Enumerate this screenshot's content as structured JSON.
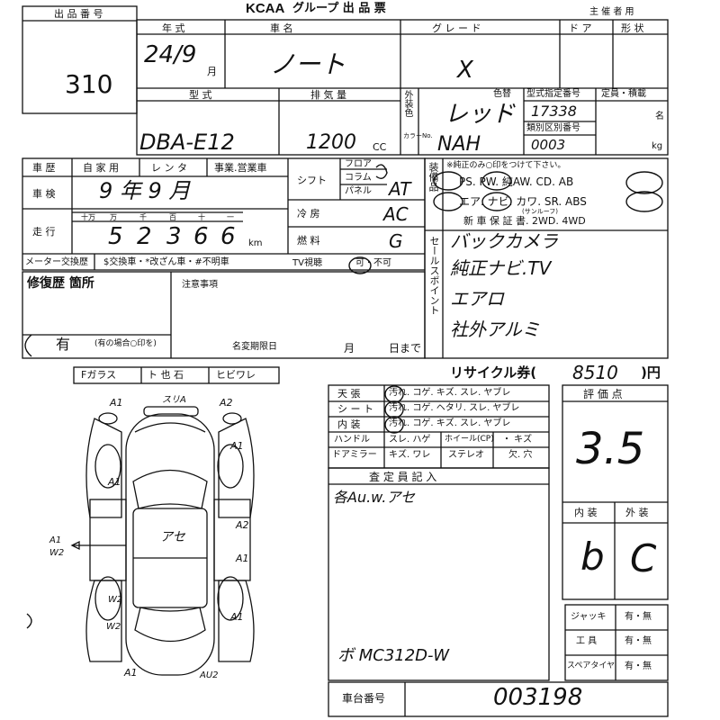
{
  "header": {
    "lot_label": "出 品 番 号",
    "lot_number": "310",
    "brand": "KCAA",
    "title_rest": "グループ 出 品 票",
    "organizer_label": "主 催 者 用"
  },
  "columns": {
    "year_type": "年 式",
    "car_name": "車 名",
    "grade": "グ レ ー ド",
    "door": "ド ア",
    "shape": "形 状",
    "model": "型 式",
    "displacement": "排 気 量",
    "color": "色替",
    "model_designation": "型式指定番号",
    "category_number": "類別区別番号",
    "capacity_load": "定員・積載",
    "person_unit": "名",
    "kg_unit": "kg",
    "color_no": "カラーNo.",
    "exterior_color_label": "外装色"
  },
  "values": {
    "year": "24/9",
    "month_unit": "月",
    "car_name": "ノート",
    "grade": "X",
    "model": "DBA-E12",
    "displacement": "1200",
    "cc_unit": "CC",
    "color": "レッド",
    "model_designation": "17338",
    "category_number": "0003",
    "color_code": "NAH"
  },
  "history": {
    "label": "車 歴",
    "options": [
      "自 家 用",
      "レ ン タ",
      "事業.営業車"
    ]
  },
  "inspection": {
    "label": "車 検",
    "value": "9 年 9 月",
    "year_unit": "年",
    "month_unit": "月"
  },
  "mileage": {
    "label": "走 行",
    "place_headers": [
      "十万",
      "万",
      "千",
      "百",
      "十",
      "一"
    ],
    "digits": [
      "5",
      "2",
      "3",
      "6",
      "6"
    ],
    "unit": "km"
  },
  "meter": {
    "label": "メーター交換歴",
    "options": "$交換車・*改ざん車・#不明車"
  },
  "shift": {
    "label": "シフト",
    "options": [
      "フロア",
      "コラム",
      "パネル"
    ],
    "value": "AT"
  },
  "ac": {
    "label": "冷 房",
    "value": "AC"
  },
  "fuel": {
    "label": "燃 料",
    "value": "G"
  },
  "tv": {
    "label": "TV視聴",
    "options": "可・不可"
  },
  "equipment": {
    "label": "装備品",
    "note": "※純正のみ○印をつけて下さい。",
    "row1": "PS. PW. 純AW. CD. AB",
    "row2": "エア. ナビ. カワ. SR. ABS",
    "sunroof": "(サンルーフ)",
    "row3": "新 車 保 証 書. 2WD. 4WD"
  },
  "sales_point": {
    "label": "セールスポイント",
    "lines": [
      "バックカメラ",
      "純正ナビ.TV",
      "エアロ",
      "社外アルミ"
    ]
  },
  "repair": {
    "label": "修復歴 箇所",
    "value": "有",
    "note": "(有の場合○印を)"
  },
  "notes": {
    "label": "注意事項",
    "deadline_label": "名変期限日",
    "month": "月",
    "day_suffix": "日まで"
  },
  "glass": {
    "items": [
      "Fガラス",
      "ト 也 石",
      "ヒビワレ"
    ]
  },
  "recycle": {
    "label": "リサイクル券(",
    "value": "8510",
    "unit": ")円"
  },
  "condition_table": {
    "rows": [
      {
        "label": "天 張",
        "options": "汚れ. コゲ. キズ. スレ. ヤブレ"
      },
      {
        "label": "シ ー ト",
        "options": "汚れ. コゲ. ヘタリ. スレ. ヤブレ"
      },
      {
        "label": "内 装",
        "options": "汚れ. コゲ. キズ. スレ. ヤブレ"
      }
    ],
    "handle_label": "ハンドル",
    "handle_options": "スレ. ハゲ",
    "wheel_label": "ホイール(CP)",
    "wheel_options": "・ キズ",
    "mirror_label": "ドアミラー",
    "mirror_options": "キズ. ワレ",
    "stereo_label": "ステレオ",
    "stereo_options": "欠. 穴"
  },
  "inspector": {
    "label": "査 定 員 記 入",
    "note1": "各Au.w.アセ",
    "note2": "ボ MC312D-W"
  },
  "rating": {
    "label": "評 価 点",
    "value": "3.5",
    "interior_label": "内 装",
    "exterior_label": "外 装",
    "interior": "b",
    "exterior": "C"
  },
  "tools": {
    "rows": [
      {
        "label": "ジャッキ",
        "options": "有・無"
      },
      {
        "label": "工 具",
        "options": "有・無"
      },
      {
        "label": "スペアタイヤ",
        "options": "有・無"
      }
    ]
  },
  "chassis": {
    "label": "車台番号",
    "value": "003198"
  },
  "diagram_marks": {
    "a1_front_left": "A1",
    "a2_front_right": "A2",
    "roof_mark": "スリA",
    "a1_right_upper": "A1",
    "a1_left_upper": "A1",
    "a2_right_door": "A2",
    "a1_right_door": "A1",
    "roof_center": "アセ",
    "left_marks": "A1 W2",
    "w2_left_lower": "W2",
    "a1_right_lower": "A1",
    "w2_left_bottom": "W2",
    "a1_rear_left": "A1",
    "au2_rear_right": "AU2"
  }
}
